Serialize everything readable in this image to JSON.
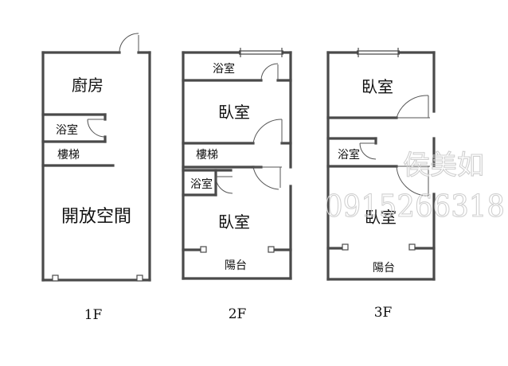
{
  "floor_1": {
    "label": "1F",
    "rooms": {
      "kitchen": "廚房",
      "bathroom": "浴室",
      "stairs": "樓梯",
      "open_space": "開放空間"
    }
  },
  "floor_2": {
    "label": "2F",
    "rooms": {
      "bathroom_top": "浴室",
      "bedroom_top": "臥室",
      "stairs": "樓梯",
      "bathroom_bottom": "浴室",
      "bedroom_bottom": "臥室",
      "balcony": "陽台"
    }
  },
  "floor_3": {
    "label": "3F",
    "rooms": {
      "bedroom_top": "臥室",
      "bathroom": "浴室",
      "bedroom_bottom": "臥室",
      "balcony": "陽台"
    }
  },
  "watermark": {
    "name": "侯美如",
    "phone": "0915266318"
  }
}
